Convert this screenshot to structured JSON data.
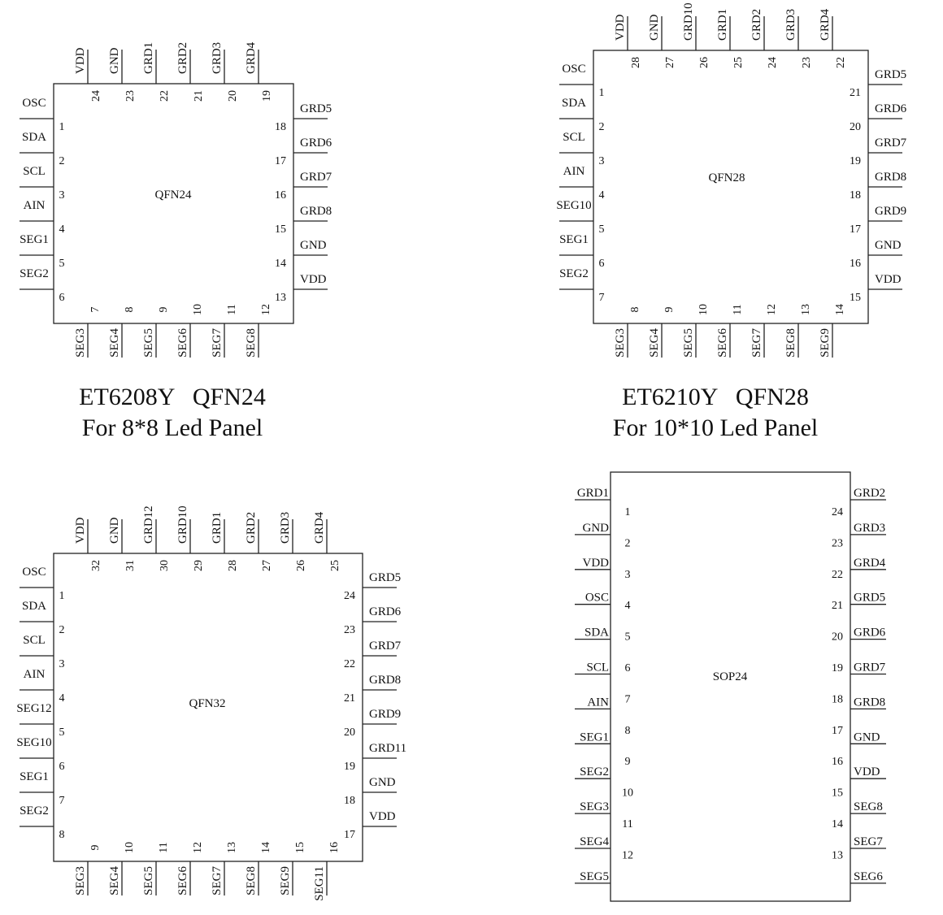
{
  "chips": [
    {
      "id": "et6208y-qfn24",
      "package": "QFN24",
      "caption": [
        "ET6208Y   QFN24",
        "For 8*8 Led Panel"
      ],
      "left": [
        [
          "1",
          "OSC"
        ],
        [
          "2",
          "SDA"
        ],
        [
          "3",
          "SCL"
        ],
        [
          "4",
          "AIN"
        ],
        [
          "5",
          "SEG1"
        ],
        [
          "6",
          "SEG2"
        ]
      ],
      "bottom": [
        [
          "7",
          "SEG3"
        ],
        [
          "8",
          "SEG4"
        ],
        [
          "9",
          "SEG5"
        ],
        [
          "10",
          "SEG6"
        ],
        [
          "11",
          "SEG7"
        ],
        [
          "12",
          "SEG8"
        ]
      ],
      "right": [
        [
          "18",
          "GRD5"
        ],
        [
          "17",
          "GRD6"
        ],
        [
          "16",
          "GRD7"
        ],
        [
          "15",
          "GRD8"
        ],
        [
          "14",
          "GND"
        ],
        [
          "13",
          "VDD"
        ]
      ],
      "top": [
        [
          "24",
          "VDD"
        ],
        [
          "23",
          "GND"
        ],
        [
          "22",
          "GRD1"
        ],
        [
          "21",
          "GRD2"
        ],
        [
          "20",
          "GRD3"
        ],
        [
          "19",
          "GRD4"
        ]
      ]
    },
    {
      "id": "et6210y-qfn28",
      "package": "QFN28",
      "caption": [
        "ET6210Y   QFN28",
        "For 10*10 Led Panel"
      ],
      "left": [
        [
          "1",
          "OSC"
        ],
        [
          "2",
          "SDA"
        ],
        [
          "3",
          "SCL"
        ],
        [
          "4",
          "AIN"
        ],
        [
          "5",
          "SEG10"
        ],
        [
          "6",
          "SEG1"
        ],
        [
          "7",
          "SEG2"
        ]
      ],
      "bottom": [
        [
          "8",
          "SEG3"
        ],
        [
          "9",
          "SEG4"
        ],
        [
          "10",
          "SEG5"
        ],
        [
          "11",
          "SEG6"
        ],
        [
          "12",
          "SEG7"
        ],
        [
          "13",
          "SEG8"
        ],
        [
          "14",
          "SEG9"
        ]
      ],
      "right": [
        [
          "21",
          "GRD5"
        ],
        [
          "20",
          "GRD6"
        ],
        [
          "19",
          "GRD7"
        ],
        [
          "18",
          "GRD8"
        ],
        [
          "17",
          "GRD9"
        ],
        [
          "16",
          "GND"
        ],
        [
          "15",
          "VDD"
        ]
      ],
      "top": [
        [
          "28",
          "VDD"
        ],
        [
          "27",
          "GND"
        ],
        [
          "26",
          "GRD10"
        ],
        [
          "25",
          "GRD1"
        ],
        [
          "24",
          "GRD2"
        ],
        [
          "23",
          "GRD3"
        ],
        [
          "22",
          "GRD4"
        ]
      ]
    },
    {
      "id": "qfn32",
      "package": "QFN32",
      "caption": [],
      "left": [
        [
          "1",
          "OSC"
        ],
        [
          "2",
          "SDA"
        ],
        [
          "3",
          "SCL"
        ],
        [
          "4",
          "AIN"
        ],
        [
          "5",
          "SEG12"
        ],
        [
          "6",
          "SEG10"
        ],
        [
          "7",
          "SEG1"
        ],
        [
          "8",
          "SEG2"
        ]
      ],
      "bottom": [
        [
          "9",
          "SEG3"
        ],
        [
          "10",
          "SEG4"
        ],
        [
          "11",
          "SEG5"
        ],
        [
          "12",
          "SEG6"
        ],
        [
          "13",
          "SEG7"
        ],
        [
          "14",
          "SEG8"
        ],
        [
          "15",
          "SEG9"
        ],
        [
          "16",
          "SEG11"
        ]
      ],
      "right": [
        [
          "24",
          "GRD5"
        ],
        [
          "23",
          "GRD6"
        ],
        [
          "22",
          "GRD7"
        ],
        [
          "21",
          "GRD8"
        ],
        [
          "20",
          "GRD9"
        ],
        [
          "19",
          "GRD11"
        ],
        [
          "18",
          "GND"
        ],
        [
          "17",
          "VDD"
        ]
      ],
      "top": [
        [
          "32",
          "VDD"
        ],
        [
          "31",
          "GND"
        ],
        [
          "30",
          "GRD12"
        ],
        [
          "29",
          "GRD10"
        ],
        [
          "28",
          "GRD1"
        ],
        [
          "27",
          "GRD2"
        ],
        [
          "26",
          "GRD3"
        ],
        [
          "25",
          "GRD4"
        ]
      ]
    },
    {
      "id": "sop24",
      "package": "SOP24",
      "caption": [],
      "left": [
        [
          "1",
          "GRD1"
        ],
        [
          "2",
          "GND"
        ],
        [
          "3",
          "VDD"
        ],
        [
          "4",
          "OSC"
        ],
        [
          "5",
          "SDA"
        ],
        [
          "6",
          "SCL"
        ],
        [
          "7",
          "AIN"
        ],
        [
          "8",
          "SEG1"
        ],
        [
          "9",
          "SEG2"
        ],
        [
          "10",
          "SEG3"
        ],
        [
          "11",
          "SEG4"
        ],
        [
          "12",
          "SEG5"
        ]
      ],
      "right": [
        [
          "24",
          "GRD2"
        ],
        [
          "23",
          "GRD3"
        ],
        [
          "22",
          "GRD4"
        ],
        [
          "21",
          "GRD5"
        ],
        [
          "20",
          "GRD6"
        ],
        [
          "19",
          "GRD7"
        ],
        [
          "18",
          "GRD8"
        ],
        [
          "17",
          "GND"
        ],
        [
          "16",
          "VDD"
        ],
        [
          "15",
          "SEG8"
        ],
        [
          "14",
          "SEG7"
        ],
        [
          "13",
          "SEG6"
        ]
      ],
      "top": [],
      "bottom": []
    }
  ]
}
